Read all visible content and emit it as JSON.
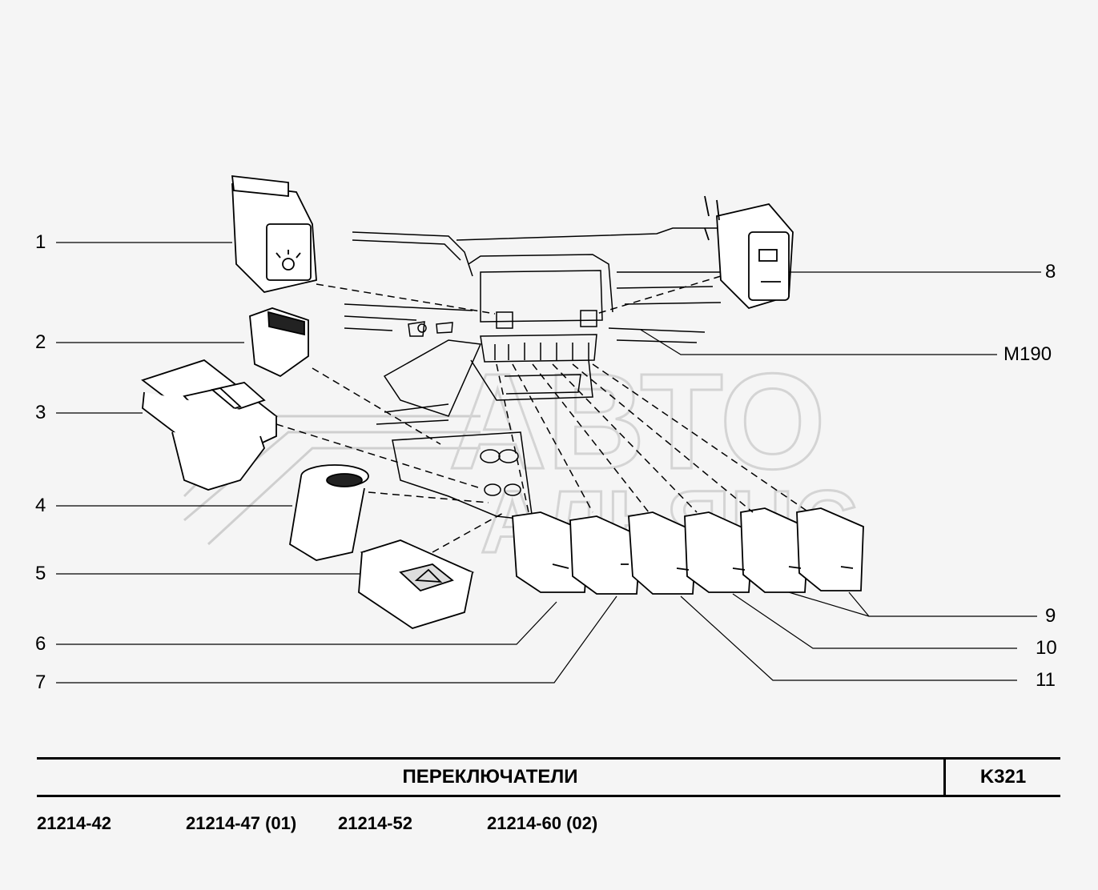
{
  "callouts": {
    "left": [
      "1",
      "2",
      "3",
      "4",
      "5",
      "6",
      "7"
    ],
    "right": [
      "8",
      "M190",
      "9",
      "10",
      "11"
    ]
  },
  "title": "ПЕРЕКЛЮЧАТЕЛИ",
  "code": "K321",
  "models": [
    "21214-42",
    "21214-47 (01)",
    "21214-52",
    "21214-60 (02)"
  ],
  "watermark": "АВТО АЛЬЯНС",
  "colors": {
    "line": "#000000",
    "background": "#f5f5f5",
    "watermark": "#d0d0d0"
  }
}
